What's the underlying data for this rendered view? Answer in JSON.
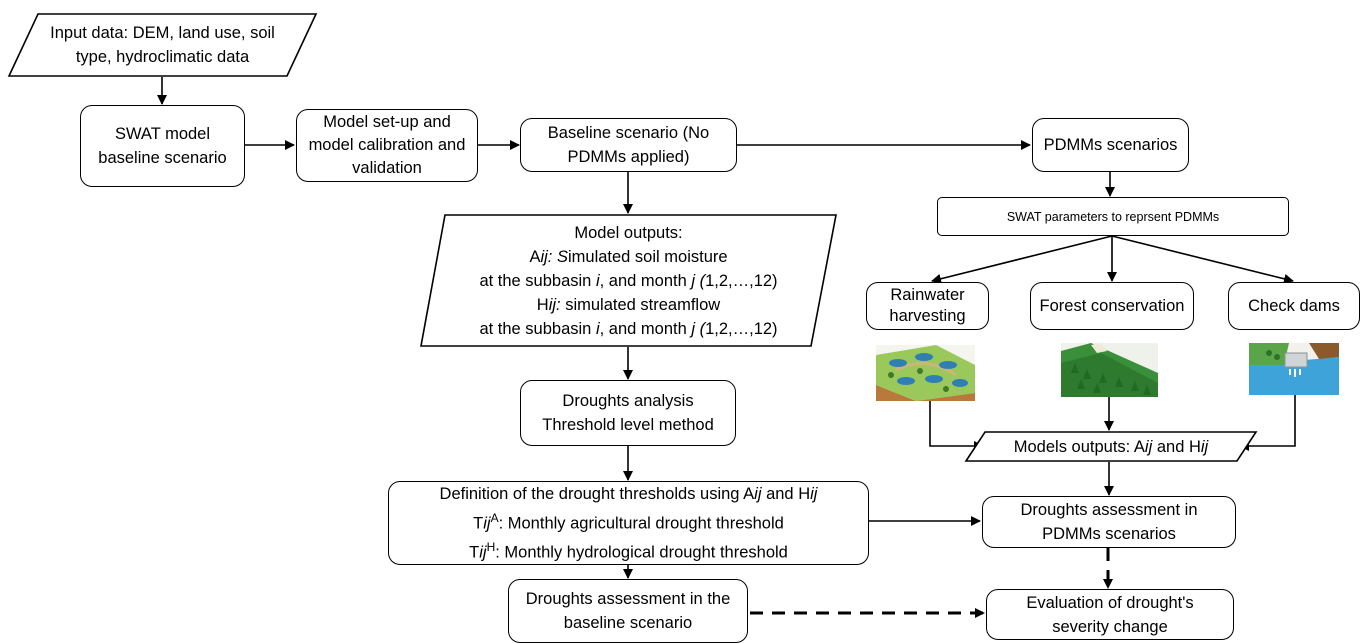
{
  "input_data": [
    "Input data: DEM, land use, soil",
    "type, hydroclimatic data"
  ],
  "swat_model": [
    "SWAT model",
    "baseline scenario"
  ],
  "model_setup": [
    "Model set-up and",
    "model calibration and",
    "validation"
  ],
  "baseline_scenario": [
    "Baseline scenario (No",
    "PDMMs applied)"
  ],
  "pdmms_scenarios": "PDMMs scenarios",
  "swat_parameters": "SWAT parameters to reprsent PDMMs",
  "rainwater_harvesting": [
    "Rainwater",
    "harvesting"
  ],
  "forest_conservation": "Forest conservation",
  "check_dams": "Check dams",
  "model_outputs": {
    "title": "Model outputs:",
    "l2_a": "A",
    "l2_b": "ij: S",
    "l2_c": "imulated soil moisture",
    "l3_a": "at the subbasin ",
    "l3_b": "i",
    "l3_c": ", and month ",
    "l3_d": "j (",
    "l3_e": "1,2,…,12)",
    "l4_a": "H",
    "l4_b": "ij:",
    "l4_c": " simulated streamflow",
    "l5_a": "at the subbasin ",
    "l5_b": "i",
    "l5_c": ", and month ",
    "l5_d": "j (",
    "l5_e": "1,2,…,12)"
  },
  "models_outputs": {
    "a": "Models outputs: A",
    "b": "ij",
    "c": " and H",
    "d": "ij"
  },
  "droughts_analysis": [
    "Droughts analysis",
    "Threshold level method"
  ],
  "definition": {
    "l1_a": "Definition of the drought thresholds using A",
    "l1_b": "ij",
    "l1_c": " and H",
    "l1_d": "ij",
    "l2_a": "T",
    "l2_b": "ij",
    "l2_sup": "A",
    "l2_c": ": Monthly agricultural drought threshold",
    "l3_a": "T",
    "l3_b": "ij",
    "l3_sup": "H",
    "l3_c": ": Monthly hydrological drought threshold"
  },
  "droughts_assessment_pdmms": [
    "Droughts assessment in",
    "PDMMs scenarios"
  ],
  "droughts_assessment_baseline": [
    "Droughts assessment in the",
    "baseline scenario"
  ],
  "evaluation": [
    "Evaluation of drought's",
    "severity change"
  ],
  "icons": [
    "rainwater-harvesting-illustration",
    "forest-conservation-illustration",
    "check-dams-illustration"
  ]
}
